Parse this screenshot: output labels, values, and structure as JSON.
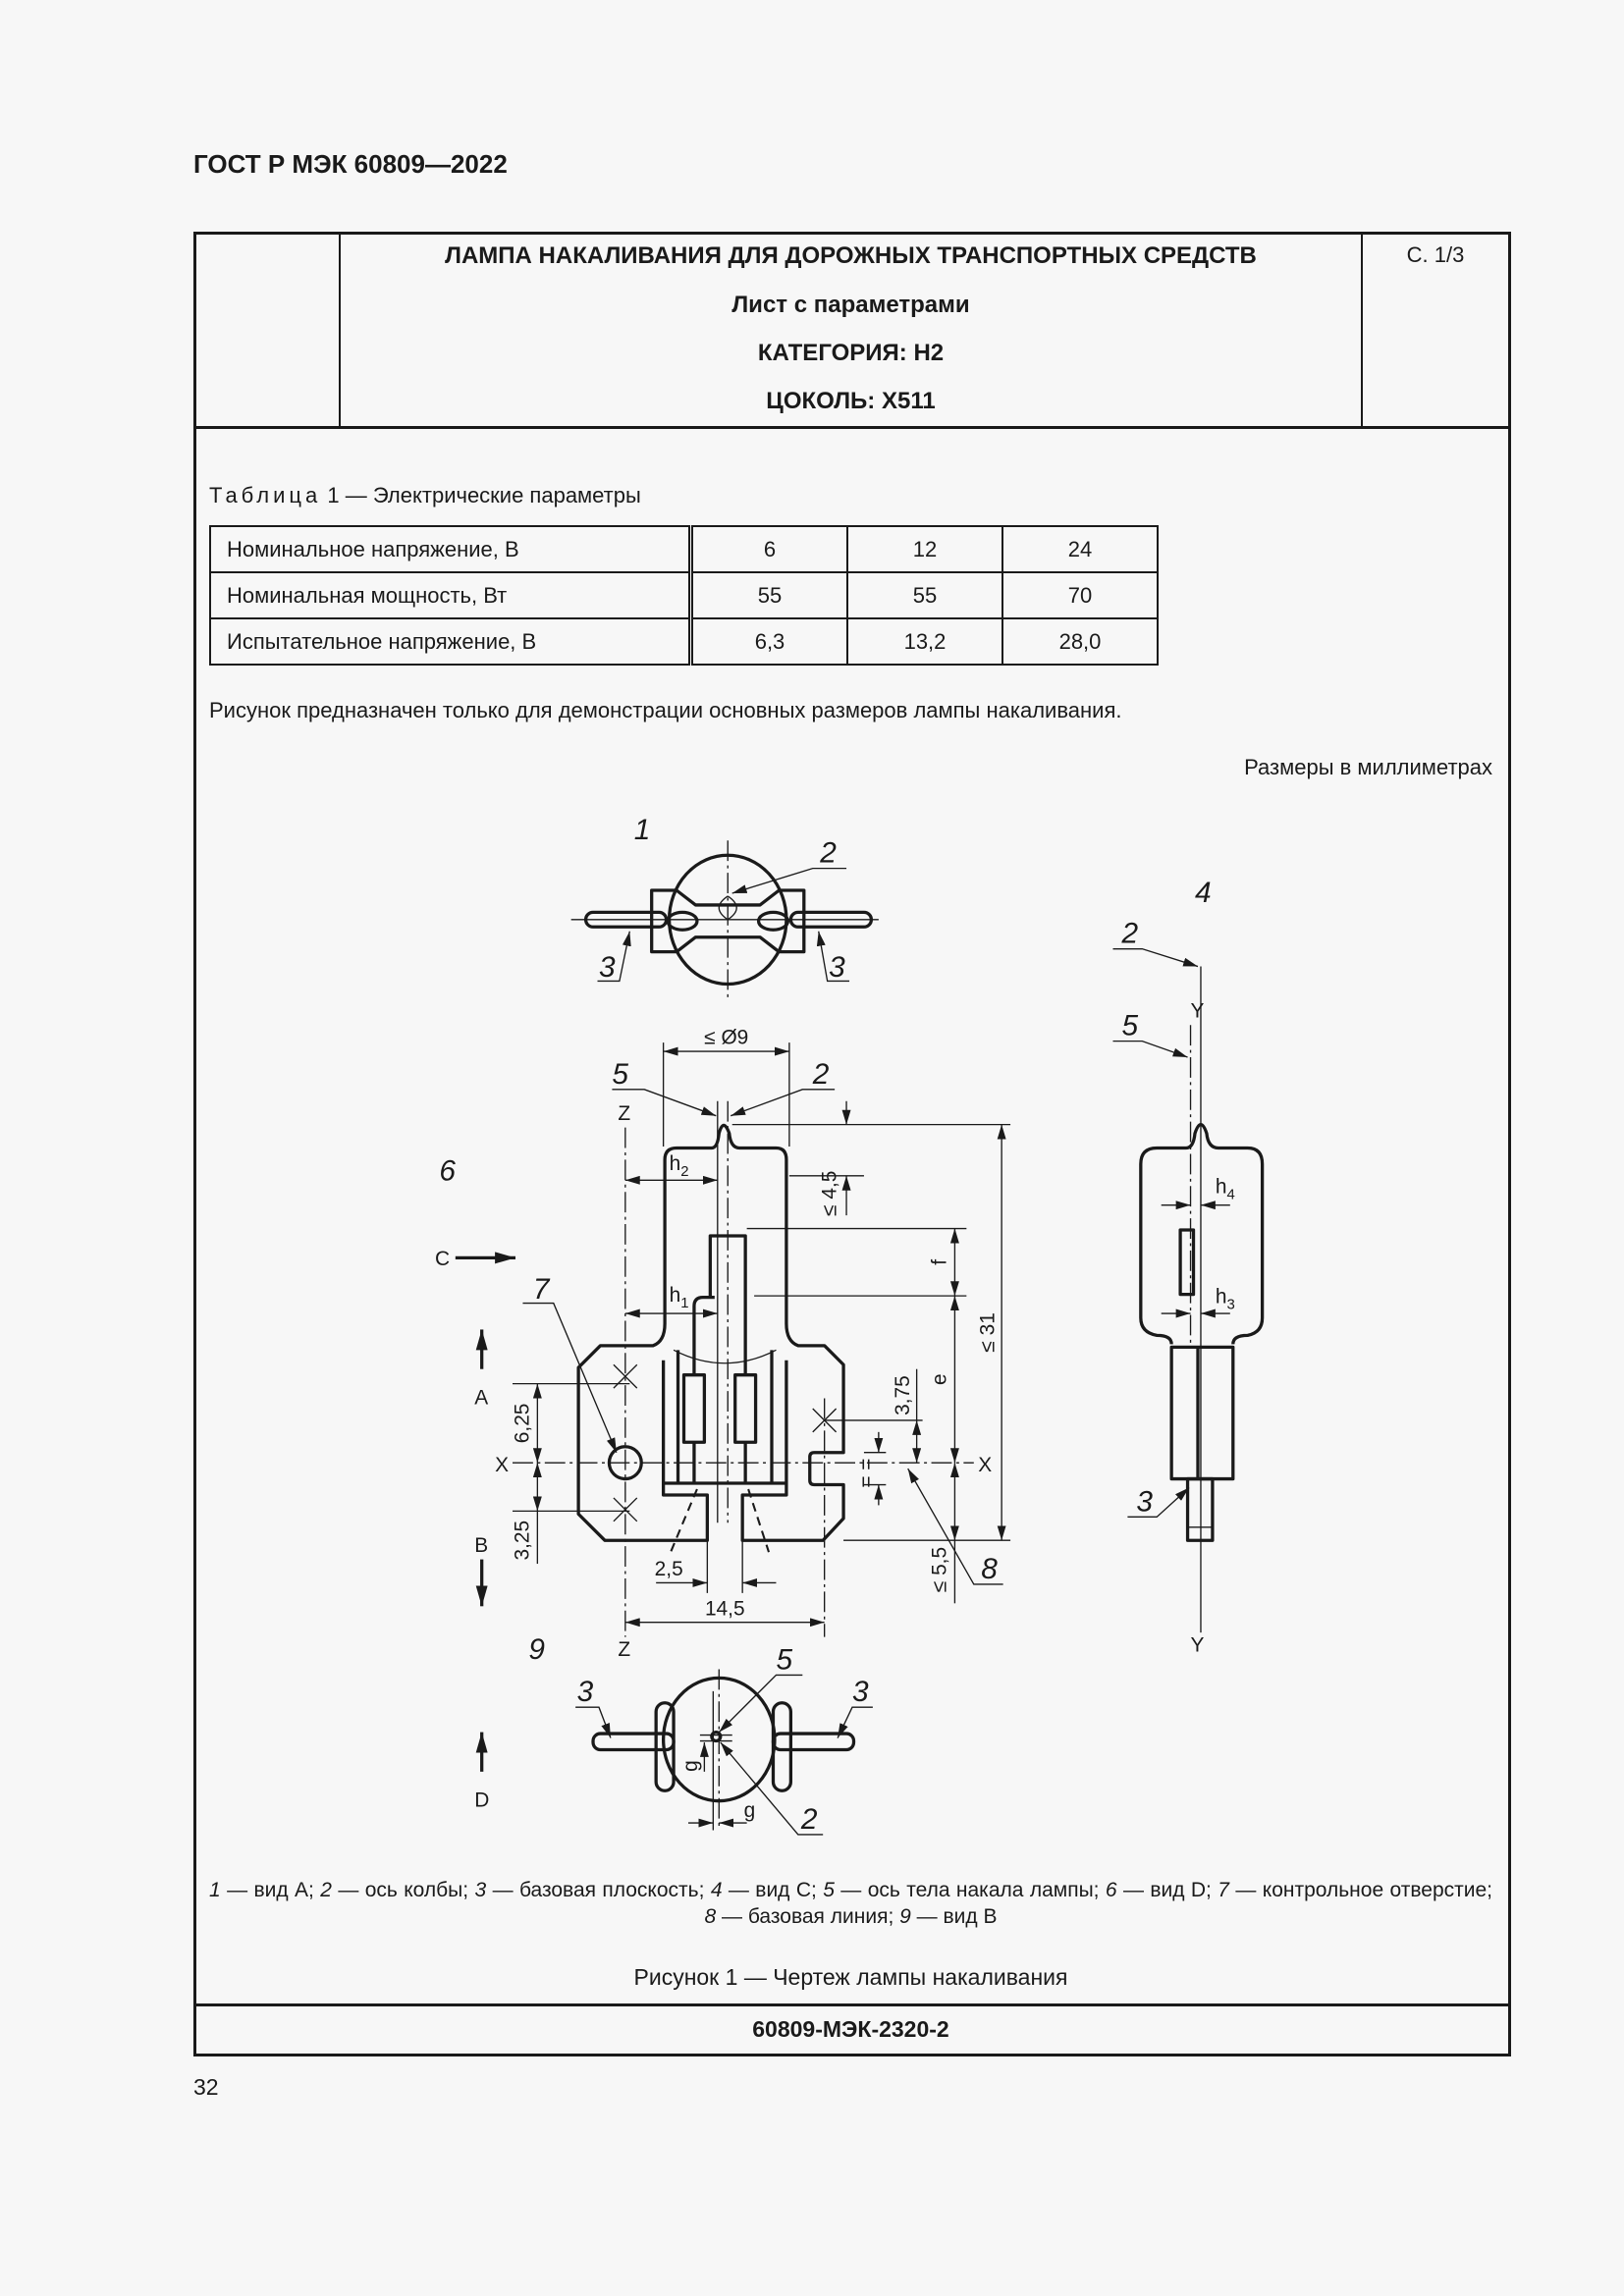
{
  "document_header": "ГОСТ Р МЭК 60809—2022",
  "sheet": {
    "title_lines": [
      "ЛАМПА НАКАЛИВАНИЯ ДЛЯ ДОРОЖНЫХ ТРАНСПОРТНЫХ СРЕДСТВ",
      "Лист с параметрами",
      "КАТЕГОРИЯ: H2",
      "ЦОКОЛЬ: X511"
    ],
    "page_ref": "С. 1/3"
  },
  "table": {
    "caption_prefix": "Таблица",
    "caption_rest": "1 — Электрические параметры",
    "rows": [
      {
        "label": "Номинальное напряжение, В",
        "values": [
          "6",
          "12",
          "24"
        ]
      },
      {
        "label": "Номинальная мощность, Вт",
        "values": [
          "55",
          "55",
          "70"
        ]
      },
      {
        "label": "Испытательное напряжение, В",
        "values": [
          "6,3",
          "13,2",
          "28,0"
        ]
      }
    ]
  },
  "note": "Рисунок предназначен только для демонстрации основных размеров лампы накаливания.",
  "units": "Размеры в миллиметрах",
  "drawing": {
    "refs": {
      "n1": "1",
      "n2": "2",
      "n3": "3",
      "n4": "4",
      "n5": "5",
      "n6": "6",
      "n7": "7",
      "n8": "8",
      "n9": "9"
    },
    "dims": {
      "diameter": "≤ Ø9",
      "h1": "h",
      "h1_sub": "1",
      "h2": "h",
      "h2_sub": "2",
      "h3": "h",
      "h3_sub": "3",
      "h4": "h",
      "h4_sub": "4",
      "top_gap": "≤ 4,5",
      "f": "f",
      "e": "e",
      "overall": "≤ 31",
      "d375": "3,75",
      "d625": "6,25",
      "d325": "3,25",
      "d55": "≤ 5,5",
      "d25": "2,5",
      "d145": "14,5",
      "eq": "=",
      "g": "g"
    },
    "axes": {
      "x": "X",
      "y": "Y",
      "z": "Z"
    },
    "views": {
      "a": "A",
      "b": "B",
      "c": "C",
      "d": "D"
    }
  },
  "legend": [
    {
      "num": "1",
      "text": " — вид A; "
    },
    {
      "num": "2",
      "text": " — ось колбы; "
    },
    {
      "num": "3",
      "text": " — базовая плоскость; "
    },
    {
      "num": "4",
      "text": " — вид C; "
    },
    {
      "num": "5",
      "text": " — ось тела накала лампы; "
    },
    {
      "num": "6",
      "text": " — вид D; "
    },
    {
      "num": "7",
      "text": " — контрольное отверстие; "
    },
    {
      "num": "8",
      "text": " — базовая линия; "
    },
    {
      "num": "9",
      "text": " — вид B"
    }
  ],
  "figure_caption": "Рисунок 1 — Чертеж лампы накаливания",
  "footer_code": "60809-МЭК-2320-2",
  "page_number": "32"
}
